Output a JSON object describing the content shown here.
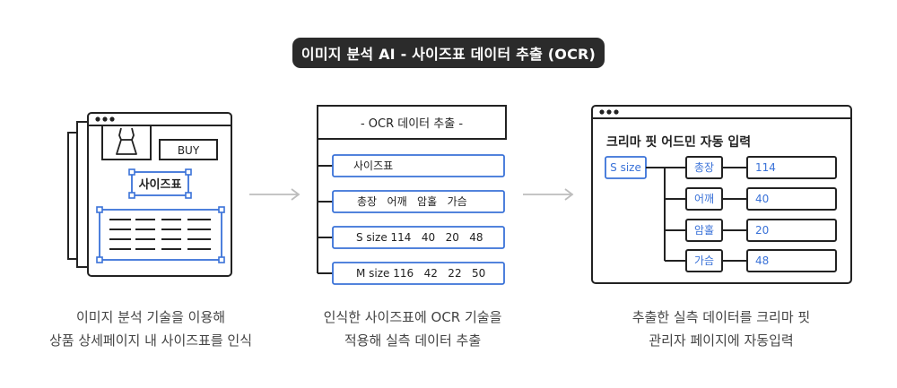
{
  "title": "이미지 분석 AI - 사이즈표 데이터 추출 (OCR)",
  "step1": {
    "buy_label": "BUY",
    "size_chart_label": "사이즈표",
    "caption_line1": "이미지 분석 기술을 이용해",
    "caption_line2": "상품 상세페이지 내 사이즈표를 인식"
  },
  "step2": {
    "header": "- OCR 데이터 추출 -",
    "rows": [
      "사이즈표",
      "총장   어깨   암홀   가슴",
      "S size 114   40   20   48",
      "M size 116   42   22   50"
    ],
    "caption_line1": "인식한 사이즈표에 OCR 기술을",
    "caption_line2": "적용해 실측 데이터 추출"
  },
  "step3": {
    "heading": "크리마 핏 어드민 자동 입력",
    "root": "S size",
    "fields": [
      {
        "label": "총장",
        "value": "114"
      },
      {
        "label": "어깨",
        "value": "40"
      },
      {
        "label": "암홀",
        "value": "20"
      },
      {
        "label": "가슴",
        "value": "48"
      }
    ],
    "caption_line1": "추출한 실측 데이터를 크리마 핏",
    "caption_line2": "관리자 페이지에 자동입력"
  },
  "colors": {
    "accent_blue": "#3a72d8",
    "title_bg": "#2b2b2b",
    "line": "#222222",
    "arrow": "#bdbdbd"
  }
}
